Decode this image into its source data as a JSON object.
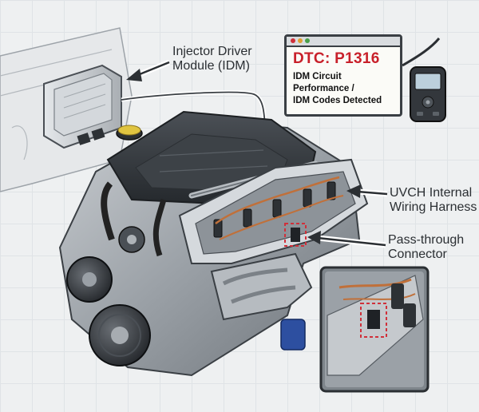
{
  "labels": {
    "idm": [
      "Injector Driver",
      "Module (IDM)"
    ],
    "harness": [
      "UVCH Internal",
      "Wiring Harness"
    ],
    "connector": [
      "Pass-through",
      "Connector"
    ]
  },
  "dtc": {
    "code": "DTC: P1316",
    "description": [
      "IDM Circuit",
      "Performance /",
      "IDM Codes Detected"
    ]
  },
  "colors": {
    "dtc_code": "#c8202a",
    "highlight": "#d0303a",
    "wire": "#c0703a"
  },
  "icons": [
    "obd-scanner-icon",
    "engine-illustration",
    "idm-module-icon",
    "connector-detail-inset"
  ]
}
